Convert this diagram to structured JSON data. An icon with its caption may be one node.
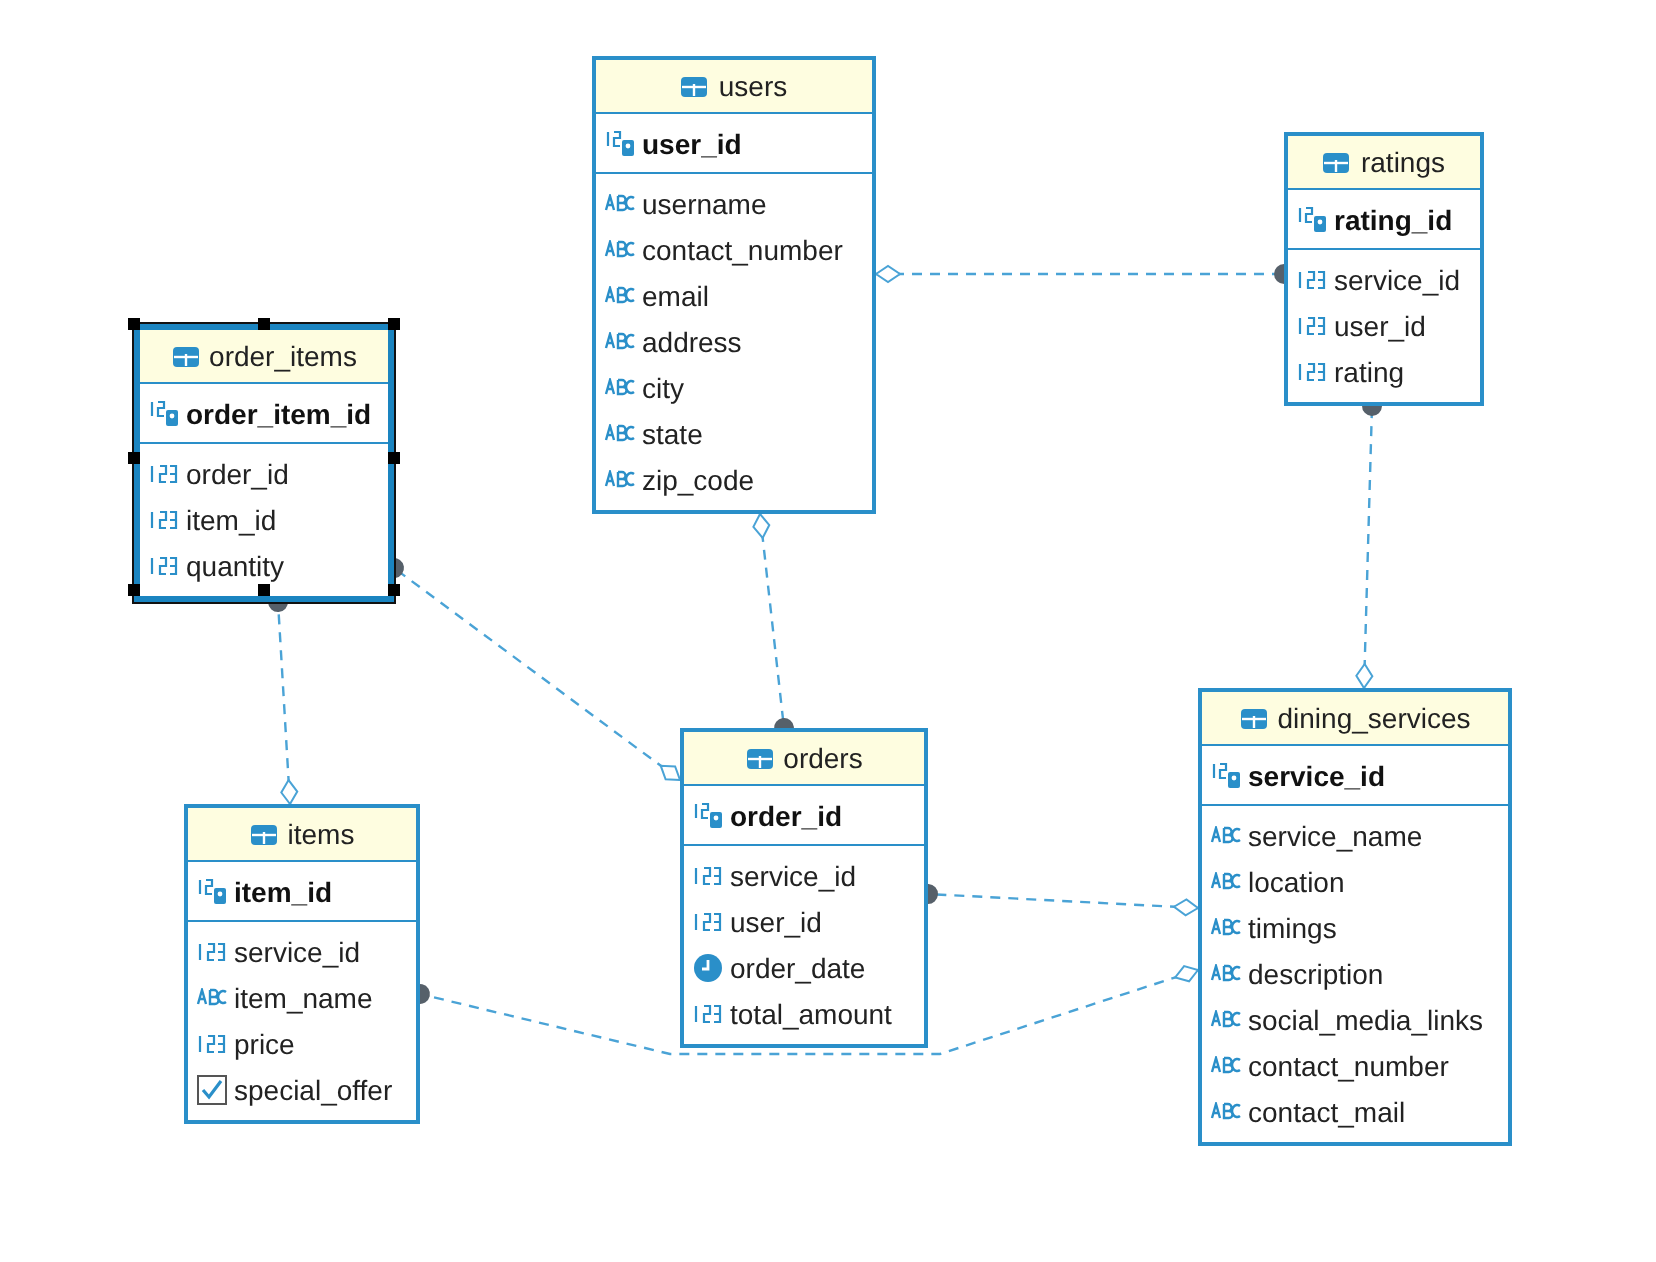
{
  "diagram": {
    "nodes": [
      {
        "text": [
          "users",
          "user_id",
          "username",
          "contact_number",
          "email",
          "address",
          "city",
          "state",
          "zip_code"
        ]
      },
      {
        "text": [
          "ratings",
          "rating_id",
          "service_id",
          "user_id",
          "rating"
        ]
      },
      {
        "text": [
          "order_items",
          "order_item_id",
          "order_id",
          "item_id",
          "quantity"
        ]
      },
      {
        "text": [
          "dining_services",
          "service_id",
          "service_name",
          "location",
          "timings",
          "description",
          "social_media_links",
          "contact_number",
          "contact_mail"
        ]
      },
      {
        "text": [
          "orders",
          "order_id",
          "service_id",
          "user_id",
          "order_date",
          "total_amount"
        ]
      },
      {
        "text": [
          "items",
          "item_id",
          "service_id",
          "item_name",
          "price",
          "special_offer"
        ]
      }
    ],
    "edges": [
      {
        "from": 0,
        "to": 1,
        "arrow": "other",
        "style": "dashed"
      },
      {
        "from": 0,
        "to": 4,
        "arrow": "other",
        "style": "dashed"
      },
      {
        "from": 3,
        "to": 1,
        "arrow": "other",
        "style": "dashed"
      },
      {
        "from": 4,
        "to": 2,
        "arrow": "other",
        "style": "dashed"
      },
      {
        "from": 5,
        "to": 2,
        "arrow": "other",
        "style": "dashed"
      },
      {
        "from": 3,
        "to": 4,
        "arrow": "other",
        "style": "dashed"
      },
      {
        "from": 3,
        "to": 5,
        "arrow": "other",
        "style": "dashed"
      }
    ]
  }
}
